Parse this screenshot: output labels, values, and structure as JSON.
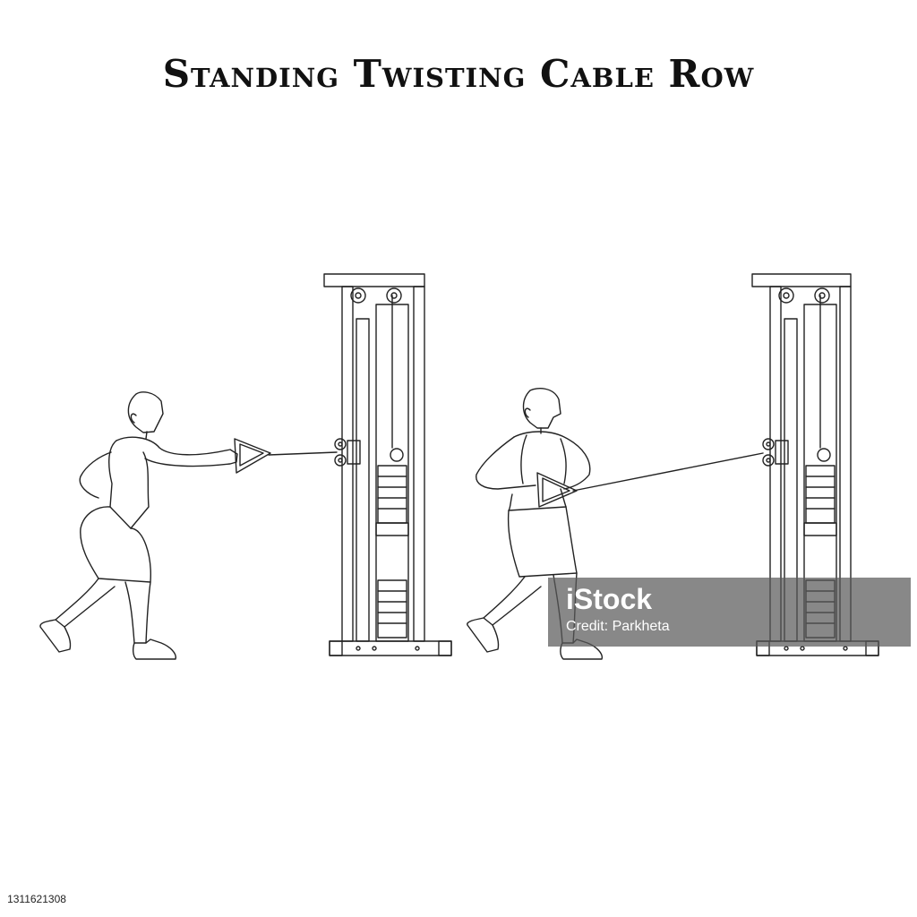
{
  "title": "Standing Twisting Cable Row",
  "watermark": {
    "logo": "iStock",
    "credit_prefix": "Credit:",
    "credit_name": "Parkheta"
  },
  "stock_id": "1311621308",
  "colors": {
    "line": "#222222",
    "background": "#ffffff",
    "watermark_overlay": "#5a5a5a"
  }
}
